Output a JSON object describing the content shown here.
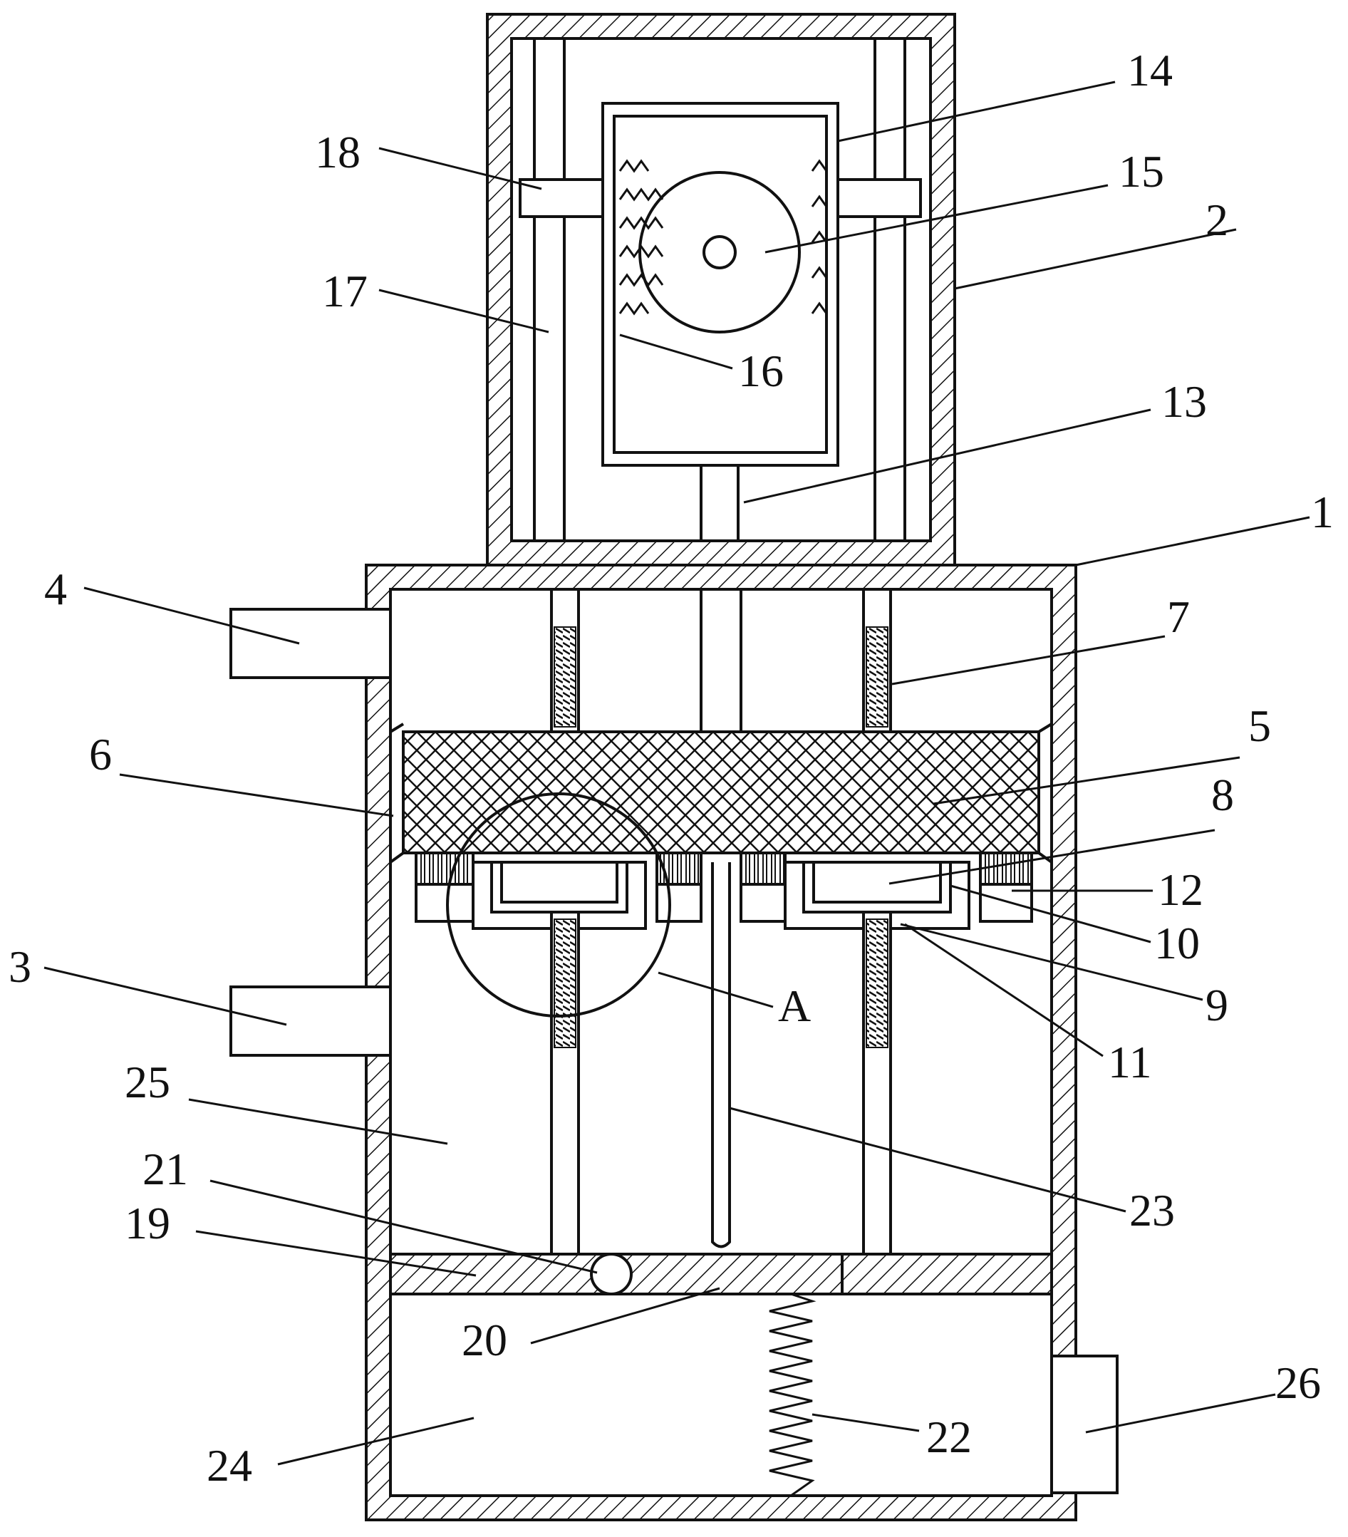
{
  "colors": {
    "line": "#111111",
    "background": "#ffffff"
  },
  "callouts": {
    "c1": "1",
    "c2": "2",
    "c3": "3",
    "c4": "4",
    "c5": "5",
    "c6": "6",
    "c7": "7",
    "c8": "8",
    "c9": "9",
    "c10": "10",
    "c11": "11",
    "c12": "12",
    "c13": "13",
    "c14": "14",
    "c15": "15",
    "c16": "16",
    "c17": "17",
    "c18": "18",
    "c19": "19",
    "c20": "20",
    "c21": "21",
    "c22": "22",
    "c23": "23",
    "c24": "24",
    "c25": "25",
    "c26": "26",
    "detail_a": "A"
  }
}
